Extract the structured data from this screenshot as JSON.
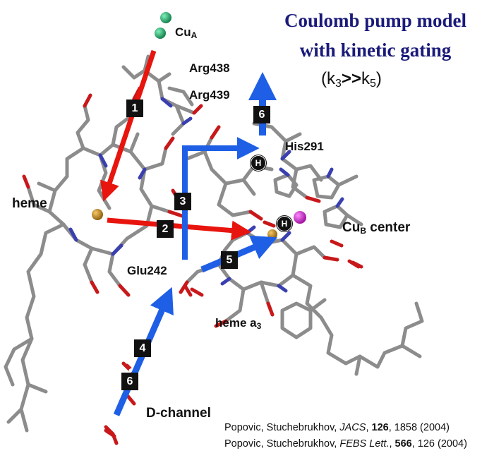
{
  "title": {
    "line1": "Coulomb pump model",
    "line2": "with kinetic gating"
  },
  "kinetic_gating": {
    "open": "(",
    "k_a": "k",
    "sub_a": "3",
    "op": ">>",
    "k_b": "k",
    "sub_b": "5",
    "close": ")"
  },
  "labels": {
    "cua_main": "Cu",
    "cua_sub": "A",
    "arg438": "Arg438",
    "arg439": "Arg439",
    "his291": "His291",
    "heme": "heme",
    "cub_main": "Cu",
    "cub_sub": "B",
    "cub_tail": " center",
    "glu242": "Glu242",
    "hemea3_main": "heme a",
    "hemea3_sub": "3",
    "dchannel": "D-channel"
  },
  "steps": {
    "s1": "1",
    "s2": "2",
    "s3": "3",
    "s4": "4",
    "s5": "5",
    "s6_top": "6",
    "s6_bottom": "6"
  },
  "proton_label": "H",
  "references": {
    "r1": {
      "authors": "Popovic, Stuchebrukhov, ",
      "journal": "JACS",
      "sep1": ", ",
      "volume": "126",
      "rest": ", 1858 (2004)"
    },
    "r2": {
      "authors": "Popovic, Stuchebrukhov, ",
      "journal": "FEBS Lett.",
      "sep1": ", ",
      "volume": "566",
      "rest": ", 126 (2004)"
    }
  },
  "colors": {
    "title": "#1a1a7a",
    "electron_arrow": "#e8140e",
    "proton_arrow": "#1f5fe6",
    "stick": "#8c8c8c",
    "oxygen": "#c8181a",
    "nitrogen": "#3a3fb0",
    "cu_a": "#1aa86a",
    "cu_b": "#cc1ccc",
    "fe": "#c98a10"
  }
}
